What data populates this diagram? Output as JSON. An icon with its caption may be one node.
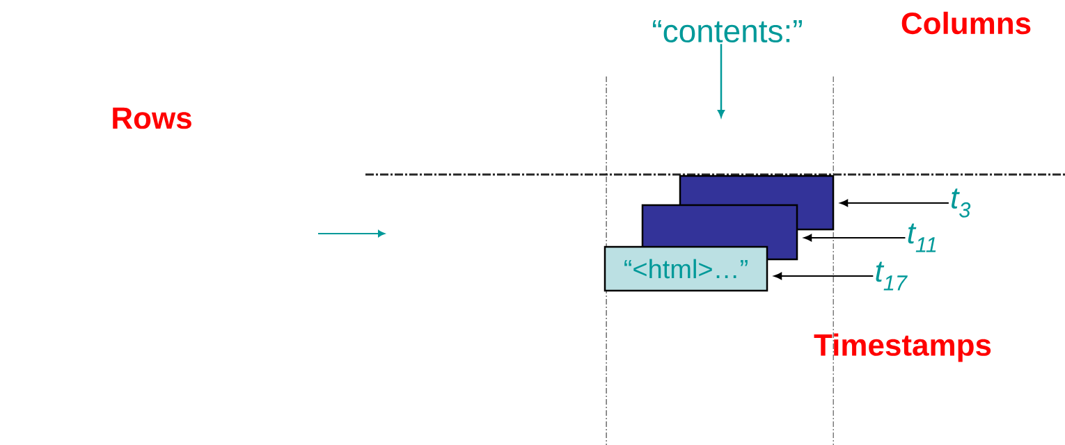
{
  "diagram": {
    "nodes": [
      {
        "text": [
          "“contents:”"
        ]
      },
      {
        "text": [],
        "shape": "box"
      },
      {
        "text": [],
        "shape": "box"
      },
      {
        "text": [
          "“<html>…”"
        ]
      },
      {
        "text": [
          "t$_{3}$"
        ]
      },
      {
        "text": [
          "t$_{11}$"
        ]
      },
      {
        "text": [
          "t$_{17}$"
        ]
      }
    ],
    "edges": [
      {
        "from": 0,
        "to": null,
        "arrow": "to",
        "color": "#009999"
      },
      {
        "from": 4,
        "to": 1,
        "arrow": "to"
      },
      {
        "from": 5,
        "to": 2,
        "arrow": "to"
      },
      {
        "from": 6,
        "to": 3,
        "arrow": "to"
      }
    ],
    "labels": [
      "Rows",
      "Columns",
      "Timestamps"
    ]
  }
}
